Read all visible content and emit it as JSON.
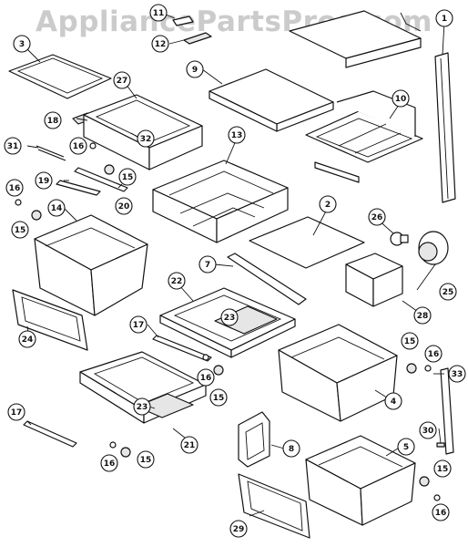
{
  "watermark": "AppliancePartsPros.com",
  "colors": {
    "line": "#111111",
    "watermark": "#a0a0a0",
    "background": "#ffffff"
  },
  "callouts": [
    "1",
    "2",
    "3",
    "4",
    "5",
    "7",
    "8",
    "9",
    "10",
    "11",
    "12",
    "13",
    "14",
    "15",
    "16",
    "17",
    "18",
    "19",
    "20",
    "21",
    "22",
    "23",
    "24",
    "25",
    "26",
    "27",
    "28",
    "29",
    "30",
    "31",
    "32",
    "33"
  ]
}
